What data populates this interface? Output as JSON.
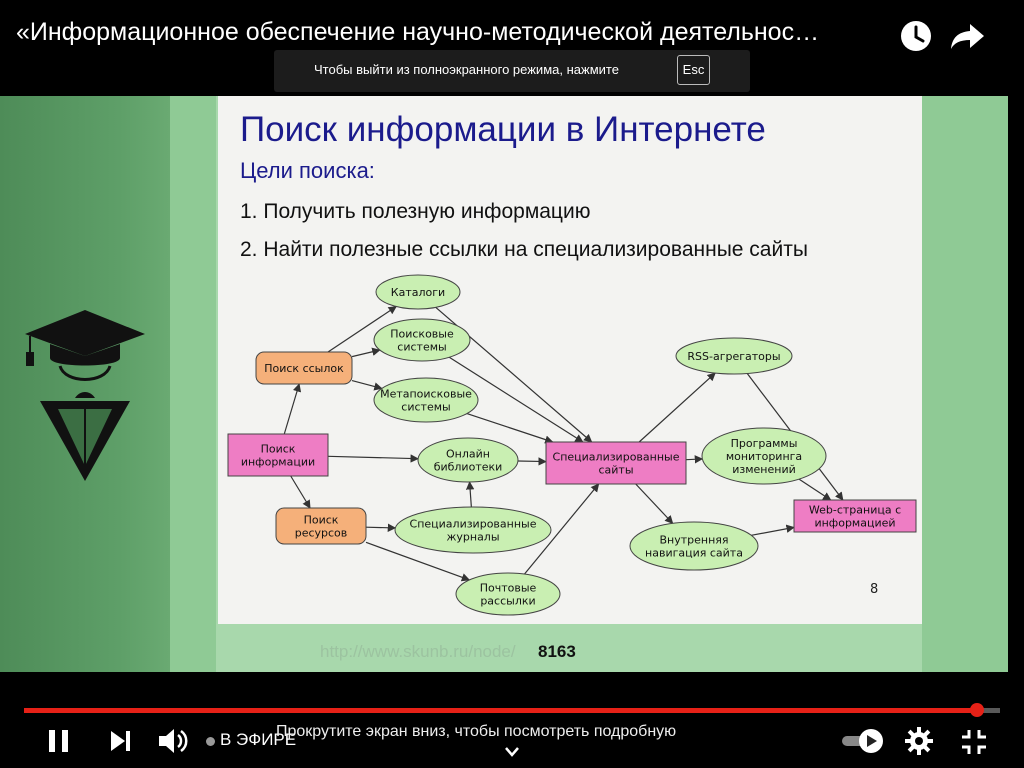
{
  "player": {
    "title": "«Информационное обеспечение научно-методической деятельнос…",
    "fullscreen_hint": "Чтобы выйти из полноэкранного режима, нажмите",
    "esc_key": "Esc",
    "live_label": "В ЭФИРЕ",
    "scroll_hint": "Прокрутите экран вниз, чтобы посмотреть подробную",
    "progress": 0.976,
    "accent_color": "#e62117",
    "icons": [
      "clock-icon",
      "share-icon",
      "pause-icon",
      "next-icon",
      "volume-icon",
      "autoplay-toggle",
      "gear-icon",
      "exit-fullscreen-icon",
      "chevron-down-icon"
    ]
  },
  "slide": {
    "title": "Поиск информации в Интернете",
    "subtitle": "Цели поиска:",
    "goals": [
      "1. Получить полезную информацию",
      "2. Найти полезные ссылки на специализированные сайты"
    ],
    "page_number": "8",
    "url_text": "http://www.skunb.ru/node/",
    "url_number": "8163",
    "logo": "graduation-cap-pen-logo"
  },
  "diagram": {
    "colors": {
      "pink": "#ee7dc4",
      "orange": "#f5b07a",
      "green": "#c9efb2",
      "edge": "#333333"
    },
    "nodes": [
      {
        "id": "search-info",
        "lines": [
          "Поиск",
          "информации"
        ],
        "style": "pink"
      },
      {
        "id": "search-links",
        "lines": [
          "Поиск ссылок"
        ],
        "style": "orange"
      },
      {
        "id": "search-resources",
        "lines": [
          "Поиск",
          "ресурсов"
        ],
        "style": "orange"
      },
      {
        "id": "catalogs",
        "lines": [
          "Каталоги"
        ],
        "style": "green"
      },
      {
        "id": "search-engines",
        "lines": [
          "Поисковые",
          "системы"
        ],
        "style": "green"
      },
      {
        "id": "meta-search",
        "lines": [
          "Метапоисковые",
          "системы"
        ],
        "style": "green"
      },
      {
        "id": "online-libraries",
        "lines": [
          "Онлайн",
          "библиотеки"
        ],
        "style": "green"
      },
      {
        "id": "special-journals",
        "lines": [
          "Специализированные",
          "журналы"
        ],
        "style": "green"
      },
      {
        "id": "mailing-lists",
        "lines": [
          "Почтовые",
          "рассылки"
        ],
        "style": "green"
      },
      {
        "id": "special-sites",
        "lines": [
          "Специализированные",
          "сайты"
        ],
        "style": "pink"
      },
      {
        "id": "rss",
        "lines": [
          "RSS-агрегаторы"
        ],
        "style": "green"
      },
      {
        "id": "monitoring",
        "lines": [
          "Программы",
          "мониторинга",
          "изменений"
        ],
        "style": "green"
      },
      {
        "id": "internal-nav",
        "lines": [
          "Внутренняя",
          "навигация сайта"
        ],
        "style": "green"
      },
      {
        "id": "web-page",
        "lines": [
          "Web-страница с",
          "информацией"
        ],
        "style": "pink"
      }
    ],
    "edges": [
      [
        "search-info",
        "search-links"
      ],
      [
        "search-info",
        "search-resources"
      ],
      [
        "search-info",
        "online-libraries"
      ],
      [
        "search-links",
        "catalogs"
      ],
      [
        "search-links",
        "search-engines"
      ],
      [
        "search-links",
        "meta-search"
      ],
      [
        "search-resources",
        "special-journals"
      ],
      [
        "search-resources",
        "mailing-lists"
      ],
      [
        "catalogs",
        "special-sites"
      ],
      [
        "search-engines",
        "special-sites"
      ],
      [
        "meta-search",
        "special-sites"
      ],
      [
        "online-libraries",
        "special-sites"
      ],
      [
        "special-journals",
        "online-libraries"
      ],
      [
        "mailing-lists",
        "special-sites"
      ],
      [
        "special-sites",
        "rss"
      ],
      [
        "special-sites",
        "monitoring"
      ],
      [
        "special-sites",
        "internal-nav"
      ],
      [
        "rss",
        "web-page"
      ],
      [
        "monitoring",
        "web-page"
      ],
      [
        "internal-nav",
        "web-page"
      ]
    ]
  }
}
